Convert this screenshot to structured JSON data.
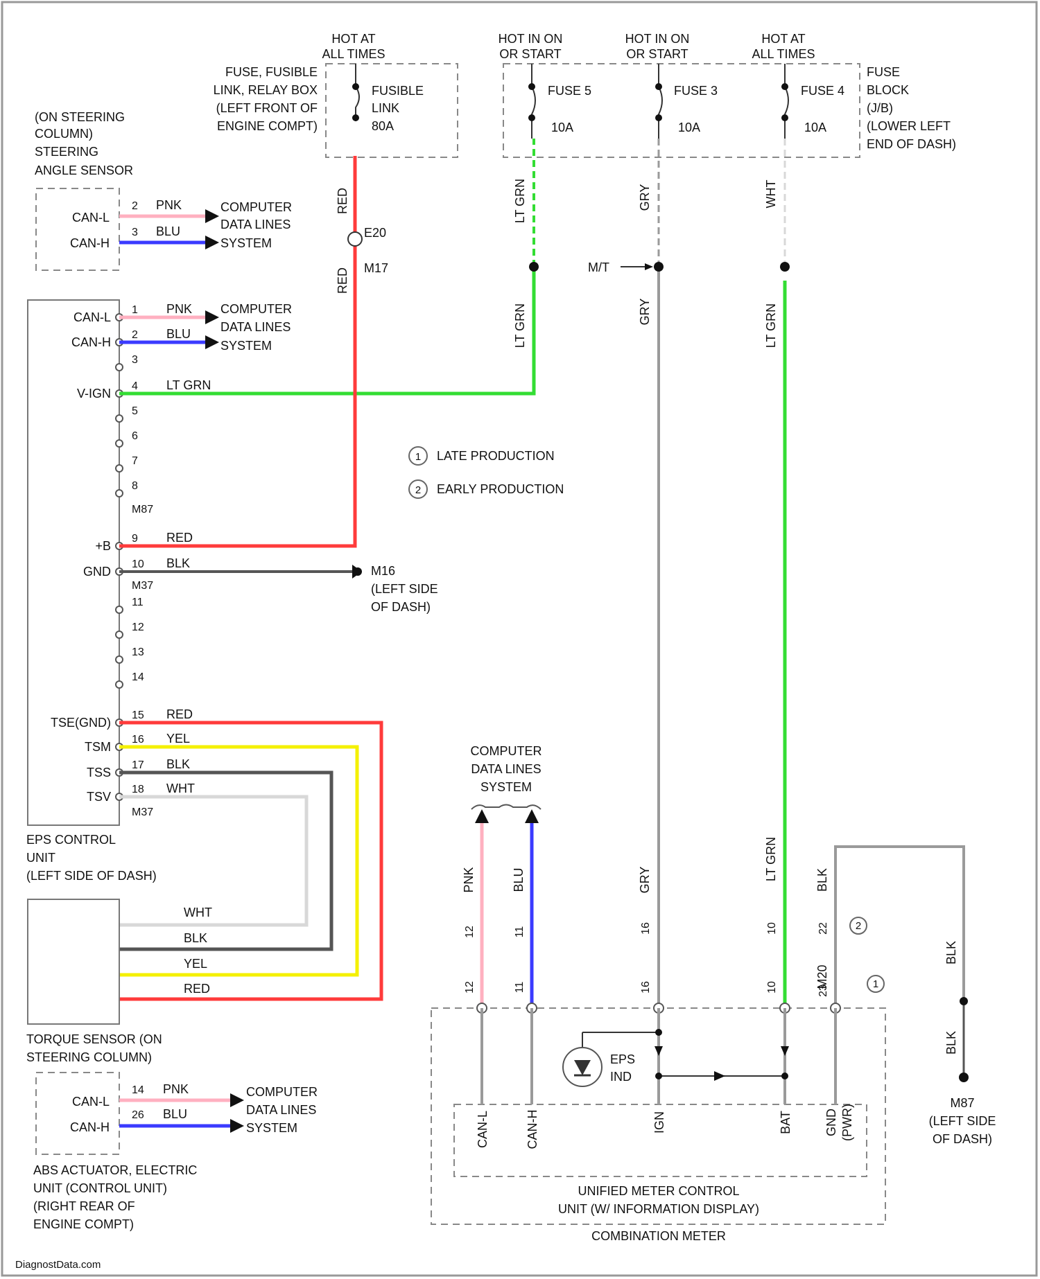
{
  "power": {
    "hot_at_all_times_1": [
      "HOT AT",
      "ALL TIMES"
    ],
    "hot_in_on_1": [
      "HOT IN ON",
      "OR START"
    ],
    "hot_in_on_2": [
      "HOT IN ON",
      "OR START"
    ],
    "hot_at_all_times_2": [
      "HOT AT",
      "ALL TIMES"
    ]
  },
  "fuse_link_box": {
    "location": [
      "FUSE, FUSIBLE",
      "LINK, RELAY BOX",
      "(LEFT FRONT OF",
      "ENGINE COMPT)"
    ],
    "link_label": [
      "FUSIBLE",
      "LINK",
      "80A"
    ]
  },
  "fuse_block": {
    "location": [
      "FUSE",
      "BLOCK",
      "(J/B)",
      "(LOWER LEFT",
      "END OF DASH)"
    ],
    "fuses": [
      {
        "name": "FUSE 5",
        "amps": "10A"
      },
      {
        "name": "FUSE 3",
        "amps": "10A"
      },
      {
        "name": "FUSE 4",
        "amps": "10A"
      }
    ]
  },
  "steering_angle_sensor": {
    "title": [
      "(ON STEERING",
      "COLUMN)",
      "STEERING",
      "ANGLE SENSOR"
    ],
    "pins": [
      {
        "name": "CAN-L",
        "num": "2",
        "color": "PNK"
      },
      {
        "name": "CAN-H",
        "num": "3",
        "color": "BLU"
      }
    ],
    "dest": [
      "COMPUTER",
      "DATA LINES",
      "SYSTEM"
    ]
  },
  "eps_unit": {
    "title": [
      "EPS CONTROL",
      "UNIT",
      "(LEFT SIDE OF DASH)"
    ],
    "pins": [
      {
        "name": "CAN-L",
        "num": "1",
        "color": "PNK"
      },
      {
        "name": "CAN-H",
        "num": "2",
        "color": "BLU"
      },
      {
        "name": "",
        "num": "3",
        "color": ""
      },
      {
        "name": "V-IGN",
        "num": "4",
        "color": "LT GRN"
      },
      {
        "name": "",
        "num": "5",
        "color": ""
      },
      {
        "name": "",
        "num": "6",
        "color": ""
      },
      {
        "name": "",
        "num": "7",
        "color": ""
      },
      {
        "name": "",
        "num": "8",
        "color": ""
      },
      {
        "name": "+B",
        "num": "9",
        "color": "RED"
      },
      {
        "name": "GND",
        "num": "10",
        "color": "BLK"
      },
      {
        "name": "",
        "num": "11",
        "color": ""
      },
      {
        "name": "",
        "num": "12",
        "color": ""
      },
      {
        "name": "",
        "num": "13",
        "color": ""
      },
      {
        "name": "",
        "num": "14",
        "color": ""
      },
      {
        "name": "TSE(GND)",
        "num": "15",
        "color": "RED"
      },
      {
        "name": "TSM",
        "num": "16",
        "color": "YEL"
      },
      {
        "name": "TSS",
        "num": "17",
        "color": "BLK"
      },
      {
        "name": "TSV",
        "num": "18",
        "color": "WHT"
      }
    ],
    "connector_1": "M87",
    "connector_2": "M37",
    "dest": [
      "COMPUTER",
      "DATA LINES",
      "SYSTEM"
    ]
  },
  "ground_1": {
    "name": "M16",
    "location": [
      "(LEFT SIDE",
      "OF DASH)"
    ]
  },
  "splice": {
    "e20": "E20",
    "m17": "M17",
    "m17_arrow": "M/T"
  },
  "wire_labels": {
    "red": "RED",
    "lt_grn": "LT GRN",
    "gry": "GRY",
    "wht": "WHT",
    "blk": "BLK",
    "yel": "YEL",
    "pnk": "PNK",
    "blu": "BLU"
  },
  "legend": [
    {
      "sym": "1",
      "text": "LATE PRODUCTION"
    },
    {
      "sym": "2",
      "text": "EARLY PRODUCTION"
    }
  ],
  "torque_sensor": {
    "title": [
      "TORQUE SENSOR (ON",
      "STEERING COLUMN)"
    ]
  },
  "abs_unit": {
    "title": [
      "ABS ACTUATOR, ELECTRIC",
      "UNIT (CONTROL UNIT)",
      "(RIGHT REAR OF",
      "ENGINE COMPT)"
    ],
    "pins": [
      {
        "name": "CAN-L",
        "num": "14",
        "color": "PNK"
      },
      {
        "name": "CAN-H",
        "num": "26",
        "color": "BLU"
      }
    ],
    "dest": [
      "COMPUTER",
      "DATA LINES",
      "SYSTEM"
    ]
  },
  "combination_meter": {
    "top_label": [
      "COMPUTER",
      "DATA LINES",
      "SYSTEM"
    ],
    "unit": [
      "UNIFIED METER CONTROL",
      "UNIT (W/ INFORMATION DISPLAY)"
    ],
    "name": "COMBINATION METER",
    "pins_internal": [
      "CAN-L",
      "CAN-H",
      "IGN",
      "BAT",
      "GND",
      "(PWR)"
    ],
    "eps_ind": [
      "EPS",
      "IND"
    ],
    "pin_nums": [
      "12",
      "11",
      "16",
      "10",
      "22",
      "23"
    ],
    "m20": "M20",
    "ground": {
      "name": "M87",
      "location": [
        "(LEFT SIDE",
        "OF DASH)"
      ]
    }
  },
  "footer": "DiagnostData.com"
}
